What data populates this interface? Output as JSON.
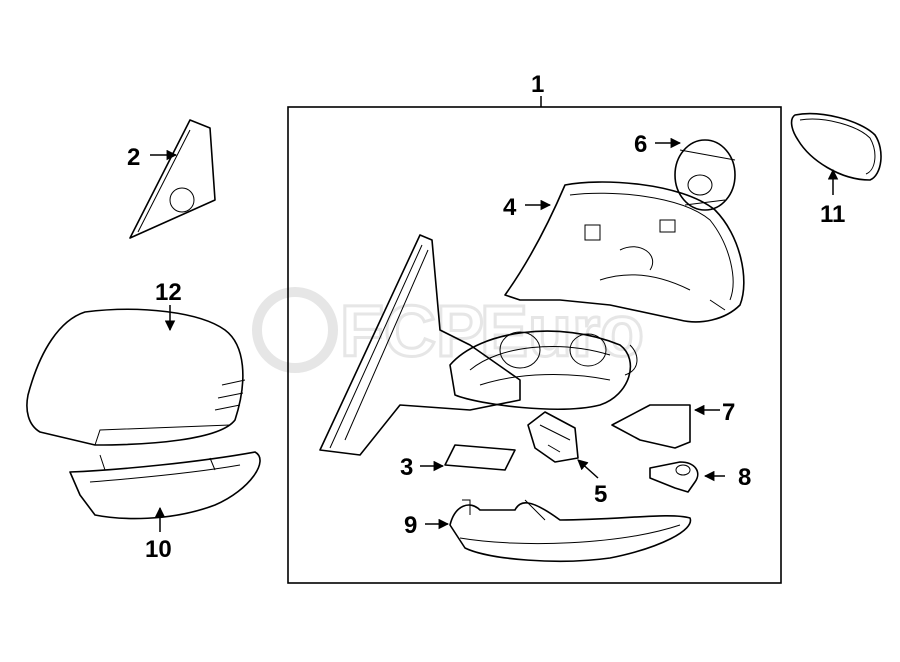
{
  "diagram": {
    "watermark": "FCP Euro",
    "callouts": [
      {
        "id": "1",
        "label": "1"
      },
      {
        "id": "2",
        "label": "2"
      },
      {
        "id": "3",
        "label": "3"
      },
      {
        "id": "4",
        "label": "4"
      },
      {
        "id": "5",
        "label": "5"
      },
      {
        "id": "6",
        "label": "6"
      },
      {
        "id": "7",
        "label": "7"
      },
      {
        "id": "8",
        "label": "8"
      },
      {
        "id": "9",
        "label": "9"
      },
      {
        "id": "10",
        "label": "10"
      },
      {
        "id": "11",
        "label": "11"
      },
      {
        "id": "12",
        "label": "12"
      }
    ]
  }
}
